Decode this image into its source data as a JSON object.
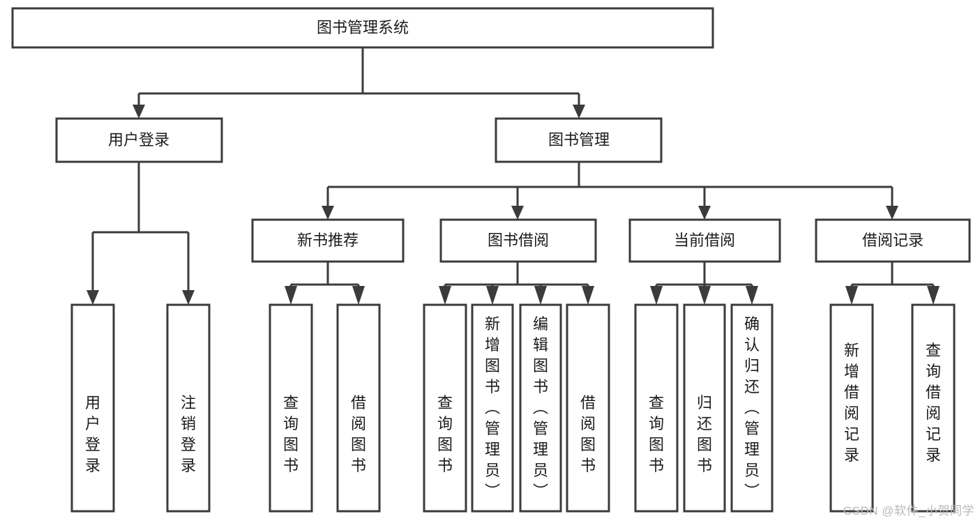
{
  "diagram": {
    "type": "tree-hierarchy",
    "title": "图书管理系统",
    "watermark": "CSDN @软件_小贺同学",
    "colors": {
      "stroke": "#3b3b3b",
      "fill": "#ffffff",
      "text": "#1b1b1b",
      "watermark": "#b8b8b8",
      "background": "#ffffff"
    },
    "levels": {
      "root": {
        "label": "图书管理系统"
      },
      "level2": [
        {
          "id": "user-login",
          "label": "用户登录"
        },
        {
          "id": "book-management",
          "label": "图书管理"
        }
      ],
      "level3": [
        {
          "id": "new-book-recommend",
          "label": "新书推荐",
          "parent": "book-management"
        },
        {
          "id": "book-borrow",
          "label": "图书借阅",
          "parent": "book-management"
        },
        {
          "id": "current-borrow",
          "label": "当前借阅",
          "parent": "book-management"
        },
        {
          "id": "borrow-record",
          "label": "借阅记录",
          "parent": "book-management"
        }
      ],
      "leaves": [
        {
          "id": "leaf-user-login",
          "label": "用户登录",
          "parent": "user-login"
        },
        {
          "id": "leaf-user-logout",
          "label": "注销登录",
          "parent": "user-login"
        },
        {
          "id": "leaf-query-book-1",
          "label": "查询图书",
          "parent": "new-book-recommend"
        },
        {
          "id": "leaf-borrow-book-1",
          "label": "借阅图书",
          "parent": "new-book-recommend"
        },
        {
          "id": "leaf-query-book-2",
          "label": "查询图书",
          "parent": "book-borrow"
        },
        {
          "id": "leaf-add-book",
          "label": "新增图书（管理员）",
          "parent": "book-borrow"
        },
        {
          "id": "leaf-edit-book",
          "label": "编辑图书（管理员）",
          "parent": "book-borrow"
        },
        {
          "id": "leaf-borrow-book-2",
          "label": "借阅图书",
          "parent": "book-borrow"
        },
        {
          "id": "leaf-query-book-3",
          "label": "查询图书",
          "parent": "current-borrow"
        },
        {
          "id": "leaf-return-book",
          "label": "归还图书",
          "parent": "current-borrow"
        },
        {
          "id": "leaf-confirm-return",
          "label": "确认归还（管理员）",
          "parent": "current-borrow"
        },
        {
          "id": "leaf-add-record",
          "label": "新增借阅记录",
          "parent": "borrow-record"
        },
        {
          "id": "leaf-query-record",
          "label": "查询借阅记录",
          "parent": "borrow-record"
        }
      ]
    }
  }
}
